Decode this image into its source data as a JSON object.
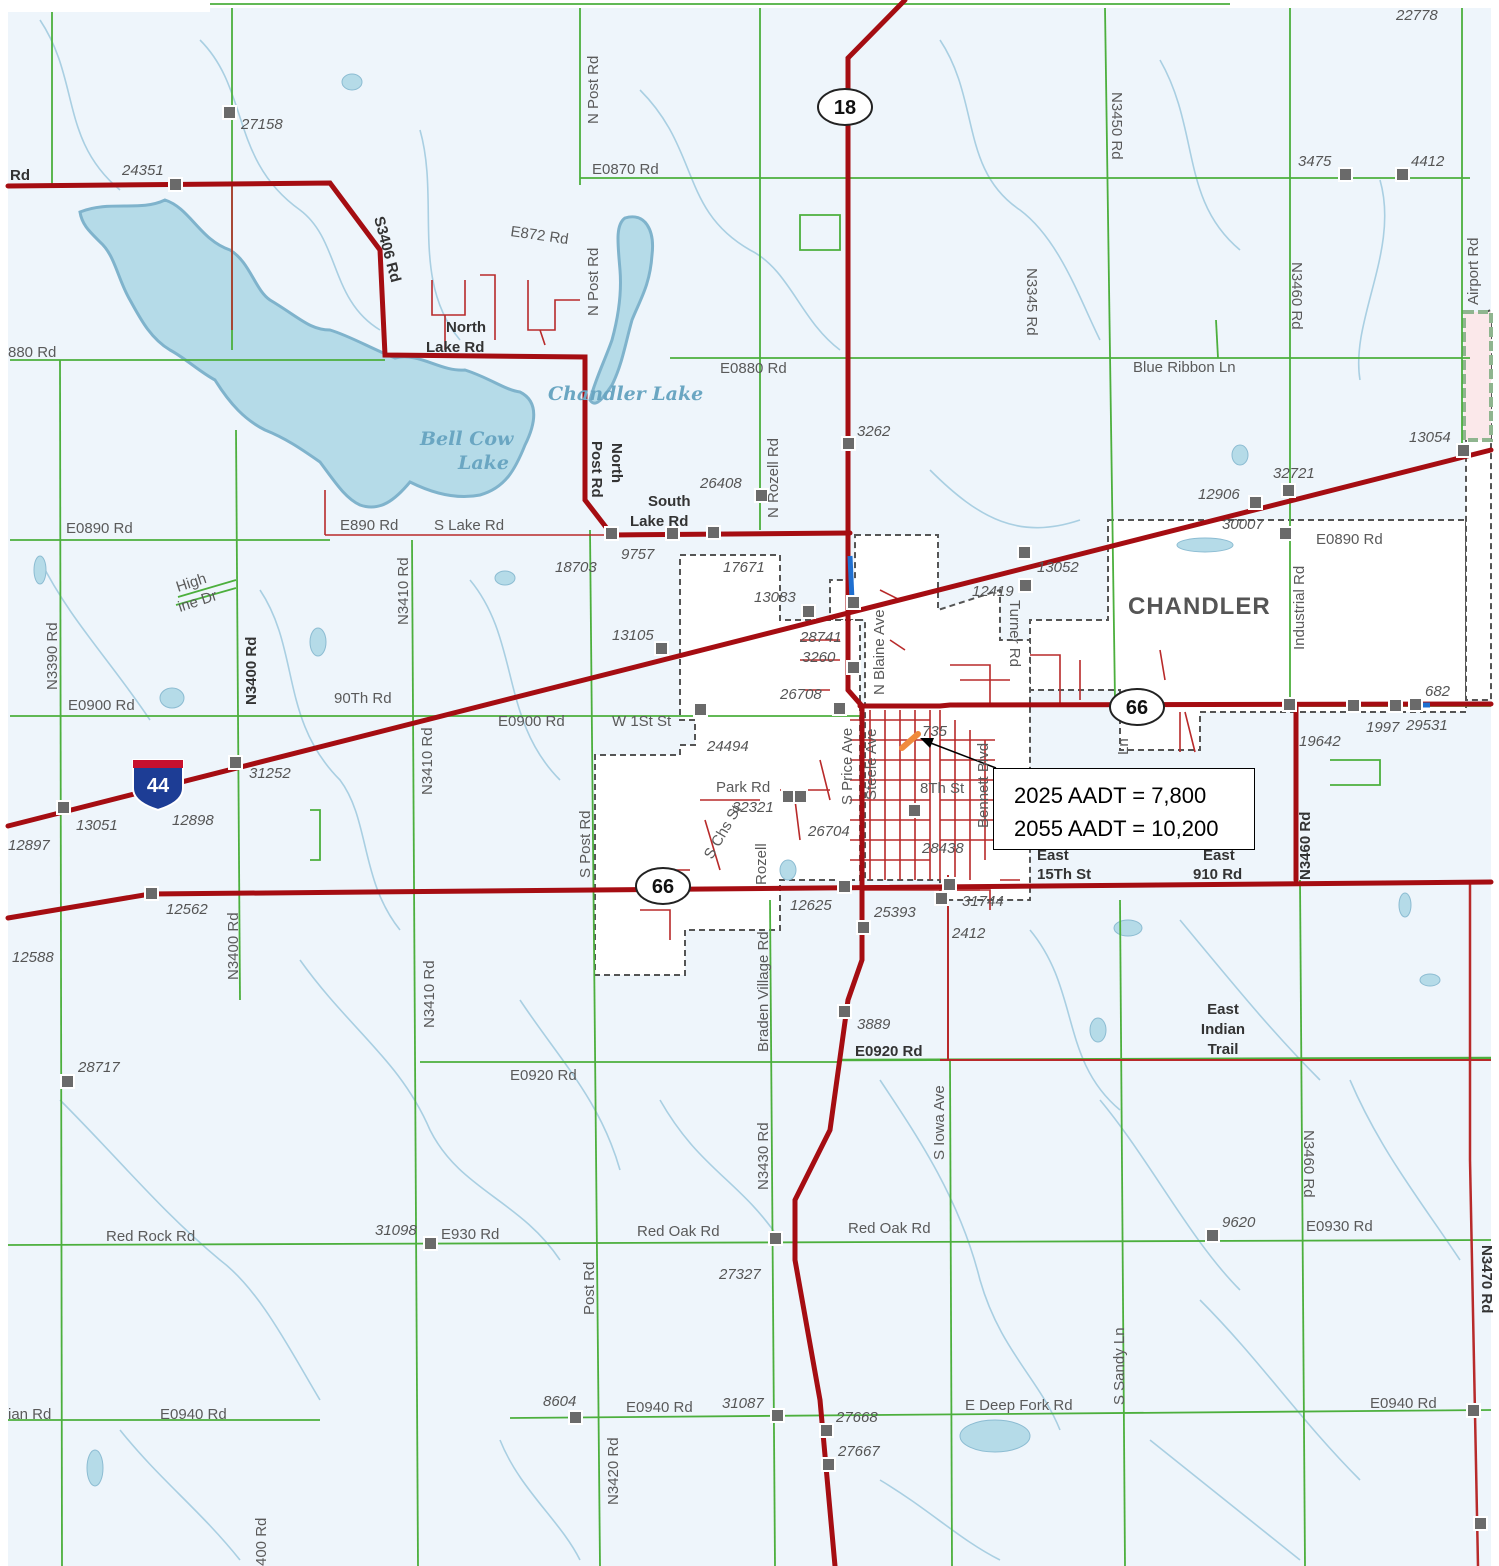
{
  "map": {
    "place_name": "CHANDLER",
    "lakes": [
      "Chandler Lake",
      "Bell Cow",
      "Lake"
    ],
    "areas": [
      "East",
      "Indian",
      "Trail"
    ],
    "shields": {
      "interstate": "44",
      "us_route_north": "18",
      "us_route_west": "66",
      "us_route_east": "66"
    },
    "road_labels": {
      "e0870": "E0870 Rd",
      "e872": "E872 Rd",
      "e0880": "E0880 Rd",
      "e0880w": "880 Rd",
      "blue_ribbon": "Blue Ribbon Ln",
      "e0890w": "E0890 Rd",
      "e890": "E890 Rd",
      "s_lake": "S Lake Rd",
      "south_lake_1": "South",
      "south_lake_2": "Lake Rd",
      "north_lake_1": "North",
      "north_lake_2": "Lake Rd",
      "e0890e": "E0890 Rd",
      "e0900w": "E0900 Rd",
      "e0900": "E0900 Rd",
      "w1st": "W 1St St",
      "90th": "90Th Rd",
      "park": "Park Rd",
      "e0920": "E0920 Rd",
      "e0920b": "E0920 Rd",
      "red_rock": "Red Rock Rd",
      "e930": "E930 Rd",
      "red_oak1": "Red Oak Rd",
      "red_oak2": "Red Oak Rd",
      "e0930": "E0930 Rd",
      "e0940w": "E0940 Rd",
      "e0940": "E0940 Rd",
      "e0940e": "E0940 Rd",
      "ian": "ian Rd",
      "deep_fork": "E Deep Fork Rd",
      "east15_1": "East",
      "east15_2": "15Th St",
      "east910_1": "East",
      "east910_2": "910 Rd",
      "high_1": "High",
      "high_2": "ine Dr",
      "n_post": "N Post Rd",
      "n_post2": "N Post Rd",
      "north_post_1": "North",
      "north_post_2": "Post Rd",
      "s3406": "S3406 Rd",
      "n3450": "N3450 Rd",
      "n3345": "N3345 Rd",
      "n3460": "N3460 Rd",
      "airport": "Airport Rd",
      "n3390": "N3390 Rd",
      "n3400": "N3400 Rd",
      "n3400b": "N3400 Rd",
      "n3410a": "N3410 Rd",
      "n3410b": "N3410 Rd",
      "n3410c": "N3410 Rd",
      "nrozell": "N Rozell Rd",
      "n_blaine": "N Blaine Ave",
      "turner": "Turner Rd",
      "industrial": "Industrial Rd",
      "s_post": "S Post Rd",
      "s_chs": "S Chs St",
      "rozell": "Rozell",
      "s_price": "S Price Ave",
      "steele": "Steele Ave",
      "bennett": "Bennett Blvd",
      "braden": "Braden Village Rd",
      "n3430": "N3430 Rd",
      "s_iowa": "S Iowa Ave",
      "post_rd": "Post Rd",
      "n3420": "N3420 Rd",
      "s_sandy": "S Sandy Ln",
      "n3460b": "N3460 Rd",
      "n3460c": "N3460 Rd",
      "n3470": "N3470 Rd",
      "n3400c": "400 Rd",
      "eighth": "8Th St",
      "rd_left": "Rd",
      "ln": "Ln"
    },
    "counts": [
      "22778",
      "27158",
      "24351",
      "3475",
      "4412",
      "13054",
      "3262",
      "26408",
      "12906",
      "32721",
      "30007",
      "9757",
      "18703",
      "17671",
      "13052",
      "12419",
      "13083",
      "13105",
      "28741",
      "3260",
      "26708",
      "682",
      "1997",
      "29531",
      "19642",
      "24494",
      "31252",
      "32321",
      "26704",
      "28438",
      "13051",
      "12898",
      "12897",
      "12562",
      "12625",
      "25393",
      "31744",
      "2412",
      "12588",
      "3889",
      "28717",
      "31098",
      "27327",
      "9620",
      "8604",
      "31087",
      "27668",
      "27667",
      "735"
    ]
  },
  "callout": {
    "line1": "2025 AADT = 7,800",
    "line2": "2055 AADT = 10,200"
  },
  "colors": {
    "background": "#eef5fb",
    "city_fill": "#ffffff",
    "highway": "#a50d12",
    "local_road": "#b82a2a",
    "county_road": "#4caf3d",
    "stream": "#9ec7dc",
    "lake_fill": "#b5dbe8",
    "counter": "#666666",
    "study_segment": "#f08a3c",
    "interstate_blue": "#1d3d95",
    "interstate_red": "#c8102e"
  }
}
